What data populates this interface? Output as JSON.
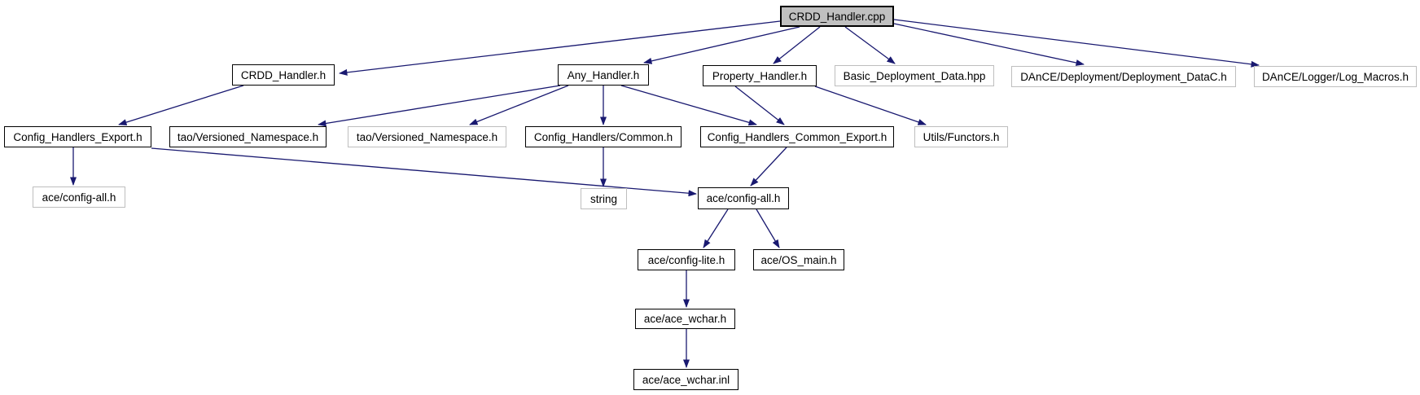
{
  "graph": {
    "type": "include-dependency-graph",
    "current_file": "CRDD_Handler.cpp",
    "colors": {
      "edge": "#191970",
      "node_fill": "#ffffff",
      "current_node_fill": "#c0c0c0",
      "linked_node_border": "#000000",
      "plain_node_border": "#bebebe",
      "text": "#000000",
      "background": "#ffffff"
    },
    "nodes": [
      {
        "id": "crdd-handler-cpp",
        "label": "CRDD_Handler.cpp",
        "style": "current"
      },
      {
        "id": "crdd-handler-h",
        "label": "CRDD_Handler.h",
        "style": "linked"
      },
      {
        "id": "any-handler-h",
        "label": "Any_Handler.h",
        "style": "linked"
      },
      {
        "id": "property-handler-h",
        "label": "Property_Handler.h",
        "style": "linked"
      },
      {
        "id": "basic-deployment-data-hpp",
        "label": "Basic_Deployment_Data.hpp",
        "style": "plain"
      },
      {
        "id": "dance-deployment-datac-h",
        "label": "DAnCE/Deployment/Deployment_DataC.h",
        "style": "plain"
      },
      {
        "id": "dance-logger-log-macros-h",
        "label": "DAnCE/Logger/Log_Macros.h",
        "style": "plain"
      },
      {
        "id": "config-handlers-export-h",
        "label": "Config_Handlers_Export.h",
        "style": "linked"
      },
      {
        "id": "tao-versioned-namespace-h-1",
        "label": "tao/Versioned_Namespace.h",
        "style": "linked"
      },
      {
        "id": "tao-versioned-namespace-h-2",
        "label": "tao/Versioned_Namespace.h",
        "style": "plain"
      },
      {
        "id": "config-handlers-common-h",
        "label": "Config_Handlers/Common.h",
        "style": "linked"
      },
      {
        "id": "config-handlers-common-export-h",
        "label": "Config_Handlers_Common_Export.h",
        "style": "linked"
      },
      {
        "id": "utils-functors-h",
        "label": "Utils/Functors.h",
        "style": "plain"
      },
      {
        "id": "ace-config-all-h-left",
        "label": "ace/config-all.h",
        "style": "plain"
      },
      {
        "id": "string",
        "label": "string",
        "style": "plain"
      },
      {
        "id": "ace-config-all-h",
        "label": "ace/config-all.h",
        "style": "linked"
      },
      {
        "id": "ace-config-lite-h",
        "label": "ace/config-lite.h",
        "style": "linked"
      },
      {
        "id": "ace-os-main-h",
        "label": "ace/OS_main.h",
        "style": "linked"
      },
      {
        "id": "ace-ace-wchar-h",
        "label": "ace/ace_wchar.h",
        "style": "linked"
      },
      {
        "id": "ace-ace-wchar-inl",
        "label": "ace/ace_wchar.inl",
        "style": "linked"
      }
    ],
    "edges": [
      {
        "from": "crdd-handler-cpp",
        "to": "crdd-handler-h"
      },
      {
        "from": "crdd-handler-cpp",
        "to": "any-handler-h"
      },
      {
        "from": "crdd-handler-cpp",
        "to": "property-handler-h"
      },
      {
        "from": "crdd-handler-cpp",
        "to": "basic-deployment-data-hpp"
      },
      {
        "from": "crdd-handler-cpp",
        "to": "dance-deployment-datac-h"
      },
      {
        "from": "crdd-handler-cpp",
        "to": "dance-logger-log-macros-h"
      },
      {
        "from": "crdd-handler-h",
        "to": "config-handlers-export-h"
      },
      {
        "from": "any-handler-h",
        "to": "tao-versioned-namespace-h-1"
      },
      {
        "from": "any-handler-h",
        "to": "tao-versioned-namespace-h-2"
      },
      {
        "from": "any-handler-h",
        "to": "config-handlers-common-h"
      },
      {
        "from": "any-handler-h",
        "to": "config-handlers-common-export-h"
      },
      {
        "from": "property-handler-h",
        "to": "config-handlers-common-export-h"
      },
      {
        "from": "property-handler-h",
        "to": "utils-functors-h"
      },
      {
        "from": "config-handlers-export-h",
        "to": "ace-config-all-h-left"
      },
      {
        "from": "config-handlers-export-h",
        "to": "ace-config-all-h"
      },
      {
        "from": "config-handlers-common-h",
        "to": "string"
      },
      {
        "from": "config-handlers-common-export-h",
        "to": "ace-config-all-h"
      },
      {
        "from": "ace-config-all-h",
        "to": "ace-config-lite-h"
      },
      {
        "from": "ace-config-all-h",
        "to": "ace-os-main-h"
      },
      {
        "from": "ace-config-lite-h",
        "to": "ace-ace-wchar-h"
      },
      {
        "from": "ace-ace-wchar-h",
        "to": "ace-ace-wchar-inl"
      }
    ]
  }
}
